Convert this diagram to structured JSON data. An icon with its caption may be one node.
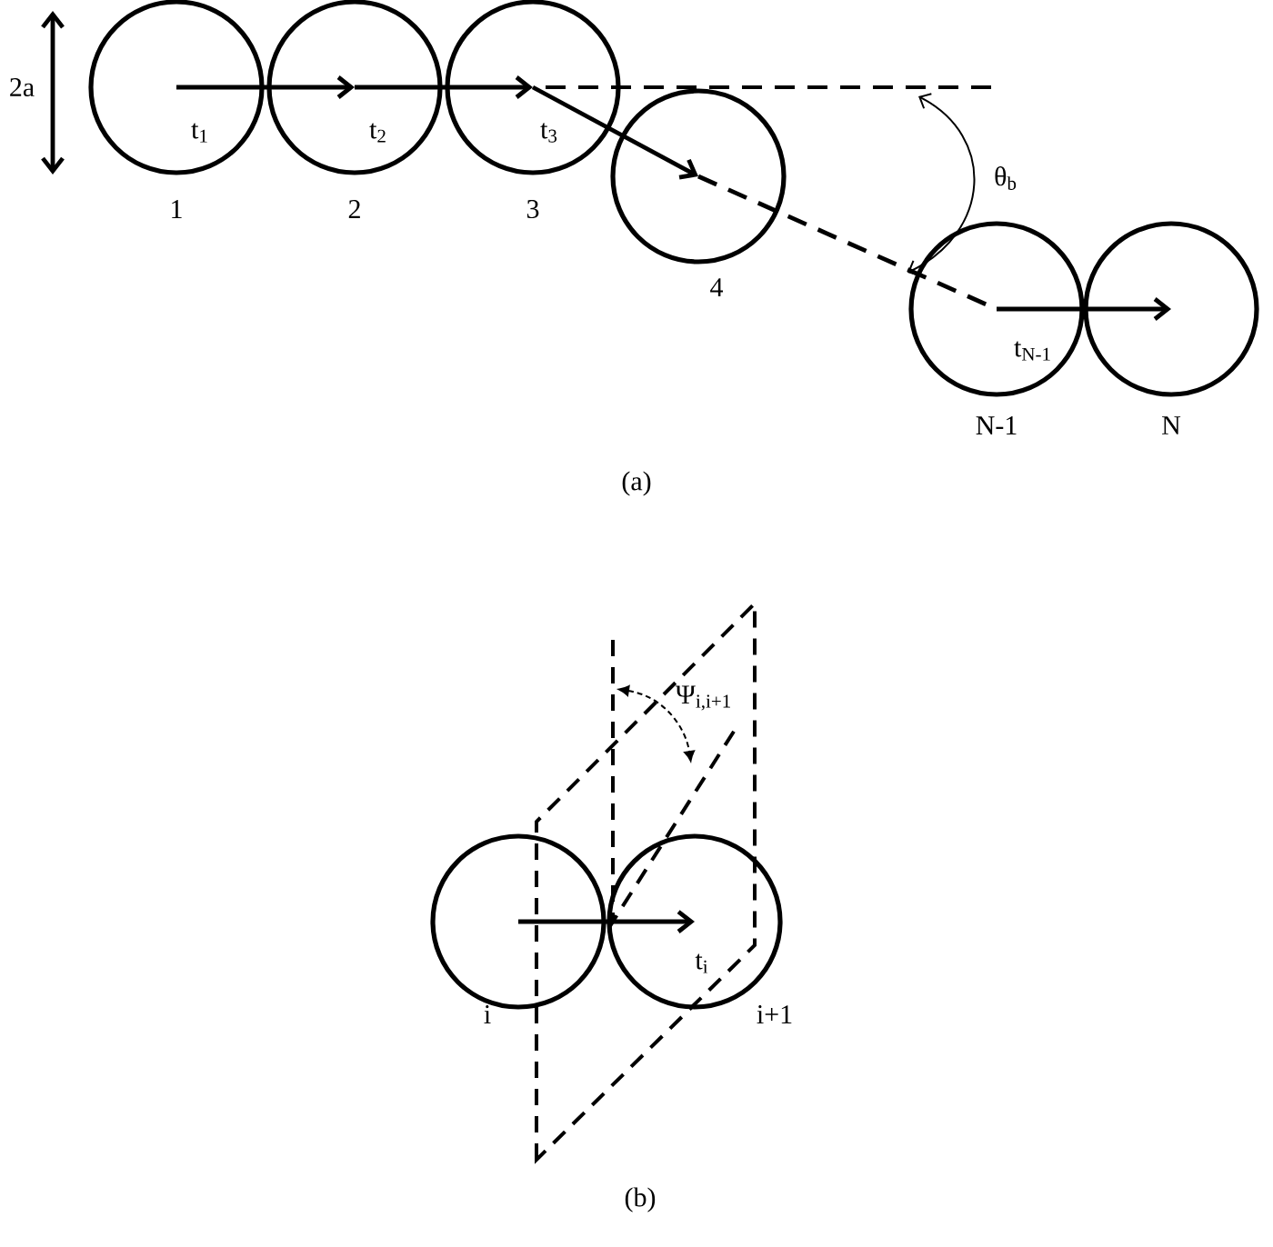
{
  "diagram": {
    "nodes": [
      {
        "text": [],
        "shape": "circle",
        "beside": [
          "1"
        ]
      },
      {
        "text": [],
        "shape": "circle",
        "beside": [
          "2"
        ]
      },
      {
        "text": [],
        "shape": "circle",
        "beside": [
          "3"
        ]
      },
      {
        "text": [],
        "shape": "circle",
        "beside": [
          "4"
        ]
      },
      {
        "text": [],
        "shape": "circle",
        "beside": [
          "N-1"
        ]
      },
      {
        "text": [],
        "shape": "circle",
        "beside": [
          "N"
        ]
      },
      {
        "text": [],
        "shape": "circle",
        "beside": [
          "i"
        ]
      },
      {
        "text": [],
        "shape": "circle",
        "beside": [
          "i+1"
        ]
      }
    ],
    "edges": [
      {
        "from": 0,
        "to": 1,
        "arrow": "to",
        "label": "t$_{1}$"
      },
      {
        "from": 1,
        "to": 2,
        "arrow": "to",
        "label": "t$_{2}$"
      },
      {
        "from": 2,
        "to": 3,
        "arrow": "to",
        "label": "t$_{3}$"
      },
      {
        "from": 3,
        "to": 4,
        "arrow": "none",
        "style": "dashed"
      },
      {
        "from": 4,
        "to": 5,
        "arrow": "to",
        "label": "t$_{N-1}$"
      },
      {
        "from": 6,
        "to": 7,
        "arrow": "to",
        "label": "t$_{i}$"
      }
    ],
    "labels": [
      "2a",
      "θ$_{b}$",
      "(a)",
      "Ψ$_{i,i+1}$",
      "(b)"
    ]
  }
}
